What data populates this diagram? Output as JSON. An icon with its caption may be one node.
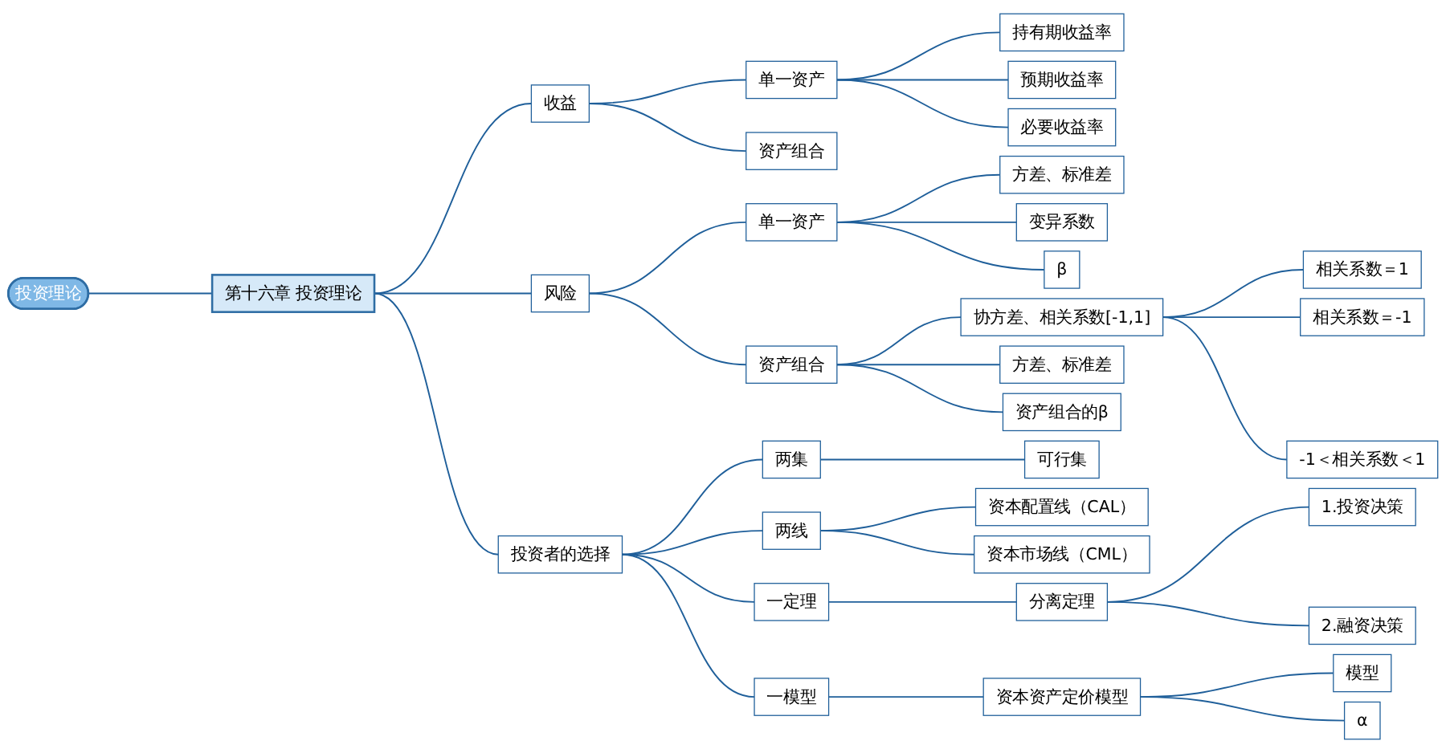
{
  "diagram": {
    "nodes": [
      {
        "text": [
          "投资理论"
        ]
      },
      {
        "text": [
          "第十六章 投资理论"
        ]
      },
      {
        "text": [
          "收益"
        ]
      },
      {
        "text": [
          "单一资产"
        ]
      },
      {
        "text": [
          "持有期收益率"
        ]
      },
      {
        "text": [
          "预期收益率"
        ]
      },
      {
        "text": [
          "必要收益率"
        ]
      },
      {
        "text": [
          "资产组合"
        ]
      },
      {
        "text": [
          "风险"
        ]
      },
      {
        "text": [
          "单一资产"
        ]
      },
      {
        "text": [
          "方差、标准差"
        ]
      },
      {
        "text": [
          "变异系数"
        ]
      },
      {
        "text": [
          "β"
        ]
      },
      {
        "text": [
          "资产组合"
        ]
      },
      {
        "text": [
          "协方差、相关系数[-1,1]"
        ]
      },
      {
        "text": [
          "相关系数＝1"
        ]
      },
      {
        "text": [
          "相关系数＝-1"
        ]
      },
      {
        "text": [
          "-1＜相关系数＜1"
        ]
      },
      {
        "text": [
          "方差、标准差"
        ]
      },
      {
        "text": [
          "资产组合的β"
        ]
      },
      {
        "text": [
          "投资者的选择"
        ]
      },
      {
        "text": [
          "两集"
        ]
      },
      {
        "text": [
          "可行集"
        ]
      },
      {
        "text": [
          "两线"
        ]
      },
      {
        "text": [
          "资本配置线（CAL）"
        ]
      },
      {
        "text": [
          "资本市场线（CML）"
        ]
      },
      {
        "text": [
          "一定理"
        ]
      },
      {
        "text": [
          "分离定理"
        ]
      },
      {
        "text": [
          "1.投资决策"
        ]
      },
      {
        "text": [
          "2.融资决策"
        ]
      },
      {
        "text": [
          "一模型"
        ]
      },
      {
        "text": [
          "资本资产定价模型"
        ]
      },
      {
        "text": [
          "模型"
        ]
      },
      {
        "text": [
          "α"
        ]
      }
    ],
    "edges": [
      {
        "from": 0,
        "to": 1,
        "arrow": "none"
      },
      {
        "from": 1,
        "to": 2,
        "arrow": "none"
      },
      {
        "from": 2,
        "to": 3,
        "arrow": "none"
      },
      {
        "from": 3,
        "to": 4,
        "arrow": "none"
      },
      {
        "from": 3,
        "to": 5,
        "arrow": "none"
      },
      {
        "from": 3,
        "to": 6,
        "arrow": "none"
      },
      {
        "from": 2,
        "to": 7,
        "arrow": "none"
      },
      {
        "from": 1,
        "to": 8,
        "arrow": "none"
      },
      {
        "from": 8,
        "to": 9,
        "arrow": "none"
      },
      {
        "from": 9,
        "to": 10,
        "arrow": "none"
      },
      {
        "from": 9,
        "to": 11,
        "arrow": "none"
      },
      {
        "from": 9,
        "to": 12,
        "arrow": "none"
      },
      {
        "from": 8,
        "to": 13,
        "arrow": "none"
      },
      {
        "from": 13,
        "to": 14,
        "arrow": "none"
      },
      {
        "from": 14,
        "to": 15,
        "arrow": "none"
      },
      {
        "from": 14,
        "to": 16,
        "arrow": "none"
      },
      {
        "from": 14,
        "to": 17,
        "arrow": "none"
      },
      {
        "from": 13,
        "to": 18,
        "arrow": "none"
      },
      {
        "from": 13,
        "to": 19,
        "arrow": "none"
      },
      {
        "from": 1,
        "to": 20,
        "arrow": "none"
      },
      {
        "from": 20,
        "to": 21,
        "arrow": "none"
      },
      {
        "from": 21,
        "to": 22,
        "arrow": "none"
      },
      {
        "from": 20,
        "to": 23,
        "arrow": "none"
      },
      {
        "from": 23,
        "to": 24,
        "arrow": "none"
      },
      {
        "from": 23,
        "to": 25,
        "arrow": "none"
      },
      {
        "from": 20,
        "to": 26,
        "arrow": "none"
      },
      {
        "from": 26,
        "to": 27,
        "arrow": "none"
      },
      {
        "from": 27,
        "to": 28,
        "arrow": "none"
      },
      {
        "from": 27,
        "to": 29,
        "arrow": "none"
      },
      {
        "from": 20,
        "to": 30,
        "arrow": "none"
      },
      {
        "from": 30,
        "to": 31,
        "arrow": "none"
      },
      {
        "from": 31,
        "to": 32,
        "arrow": "none"
      },
      {
        "from": 31,
        "to": 33,
        "arrow": "none"
      }
    ]
  }
}
